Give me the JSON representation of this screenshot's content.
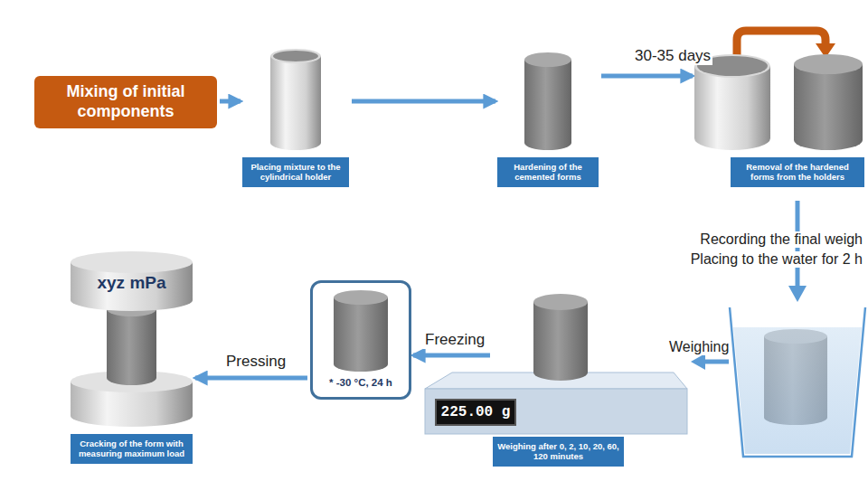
{
  "diagram": {
    "nodes": [
      {
        "text": [
          "Mixing of initial components"
        ]
      },
      {
        "text": [
          "Placing mixture to the cylindrical holder"
        ]
      },
      {
        "text": [
          "Hardening of the cemented forms"
        ]
      },
      {
        "text": [
          "Removal of the hardened forms from the holders"
        ]
      },
      {
        "text": [
          "225.00 g",
          "Weighing after 0, 2, 10, 20, 60, 120 minutes"
        ]
      },
      {
        "text": [
          "* -30 °C, 24 h"
        ]
      },
      {
        "text": [
          "xyz mPa",
          "Cracking of the form with measuring maximum load"
        ]
      }
    ],
    "edges": [
      {
        "from": 0,
        "to": 1,
        "arrow": "to"
      },
      {
        "from": 1,
        "to": 2,
        "arrow": "to"
      },
      {
        "from": 2,
        "to": 3,
        "label": "30-35 days",
        "arrow": "to"
      },
      {
        "from": 4,
        "to": 5,
        "label": "Freezing",
        "arrow": "to"
      },
      {
        "from": 5,
        "to": 6,
        "label": "Pressing",
        "arrow": "to"
      }
    ],
    "labels": [
      "Recording the final weigh",
      "Placing to the water for 2 h",
      "Weighing"
    ]
  }
}
